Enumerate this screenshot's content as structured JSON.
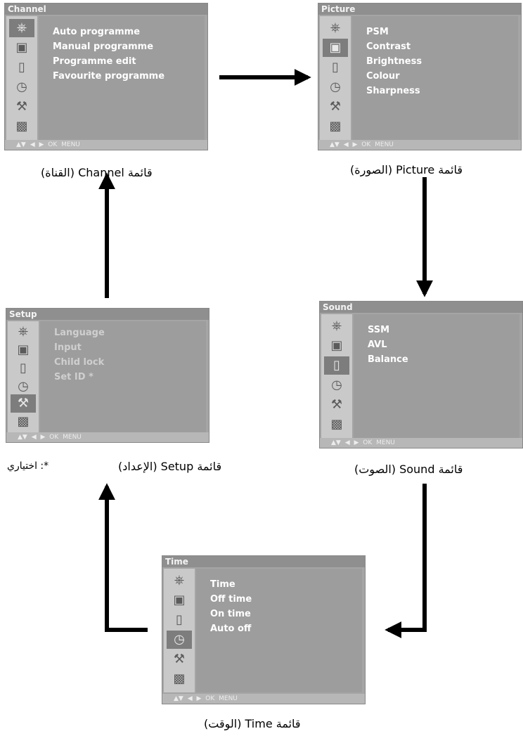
{
  "menus": {
    "channel": {
      "title": "Channel",
      "items": [
        "Auto programme",
        "Manual programme",
        "Programme edit",
        "Favourite programme"
      ],
      "footer": "▲▼ ◀ ▶ OK MENU",
      "caption": "قائمة Channel (القناة)"
    },
    "picture": {
      "title": "Picture",
      "items": [
        "PSM",
        "Contrast",
        "Brightness",
        "Colour",
        "Sharpness"
      ],
      "footer": "▲▼ ◀ ▶ OK MENU",
      "caption": "قائمة Picture (الصورة)"
    },
    "setup": {
      "title": "Setup",
      "items": [
        "Language",
        "Input",
        "Child lock",
        "Set ID *"
      ],
      "footer": "▲▼ ◀ ▶ OK MENU",
      "caption": "قائمة Setup (الإعداد)",
      "note": "*: اختياري"
    },
    "sound": {
      "title": "Sound",
      "items": [
        "SSM",
        "AVL",
        "Balance"
      ],
      "footer": "▲▼ ◀ ▶ OK MENU",
      "caption": "قائمة Sound (الصوت)"
    },
    "time": {
      "title": "Time",
      "items": [
        "Time",
        "Off time",
        "On time",
        "Auto off"
      ],
      "footer": "▲▼ ◀ ▶ OK MENU",
      "caption": "قائمة Time (الوقت)"
    }
  },
  "sidebar_icons": [
    "satellite-dish-icon",
    "picture-icon",
    "speaker-icon",
    "clock-icon",
    "wrench-icon",
    "lock-icon"
  ],
  "colors": {
    "arrow": "#000000",
    "menu_bg": "#a5a5a5",
    "menu_text": "#ffffff"
  }
}
